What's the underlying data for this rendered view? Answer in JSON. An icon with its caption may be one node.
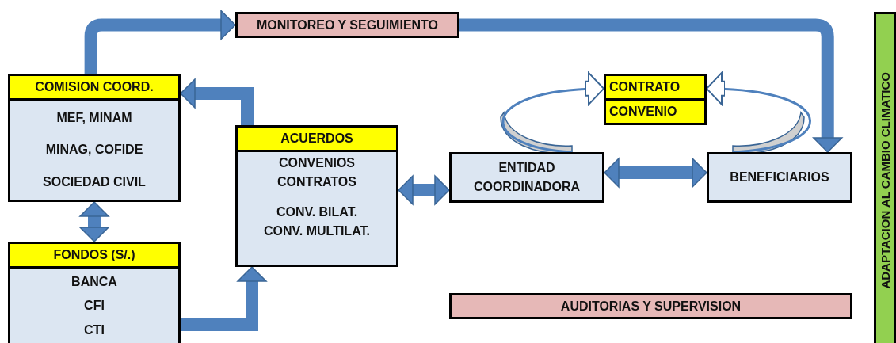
{
  "diagram": {
    "nodes": [
      {
        "text": [
          "MONITOREO Y SEGUIMIENTO"
        ]
      },
      {
        "text": [
          "COMISION COORD.",
          "MEF, MINAM",
          "MINAG, COFIDE",
          "SOCIEDAD CIVIL"
        ]
      },
      {
        "text": [
          "FONDOS (S/.)",
          "BANCA",
          "CFI",
          "CTI"
        ]
      },
      {
        "text": [
          "ACUERDOS",
          "CONVENIOS",
          "CONTRATOS",
          "CONV. BILAT.",
          "CONV. MULTILAT."
        ]
      },
      {
        "text": [
          "CONTRATO",
          "CONVENIO"
        ]
      },
      {
        "text": [
          "ENTIDAD COORDINADORA"
        ]
      },
      {
        "text": [
          "BENEFICIARIOS"
        ]
      },
      {
        "text": [
          "AUDITORIAS Y SUPERVISION"
        ]
      },
      {
        "text": [
          "ADAPTACION AL CAMBIO CLIMATICO"
        ]
      }
    ],
    "edges": [
      {
        "from": 1,
        "to": 0,
        "arrow": "to"
      },
      {
        "from": 0,
        "to": 6,
        "arrow": "to"
      },
      {
        "from": 3,
        "to": 1,
        "arrow": "to"
      },
      {
        "from": 1,
        "to": 2,
        "arrow": "both"
      },
      {
        "from": 2,
        "to": 3,
        "arrow": "to"
      },
      {
        "from": 3,
        "to": 5,
        "arrow": "both"
      },
      {
        "from": 5,
        "to": 6,
        "arrow": "both"
      },
      {
        "from": 5,
        "to": 4,
        "arrow": "to"
      },
      {
        "from": 6,
        "to": 4,
        "arrow": "to"
      }
    ]
  }
}
